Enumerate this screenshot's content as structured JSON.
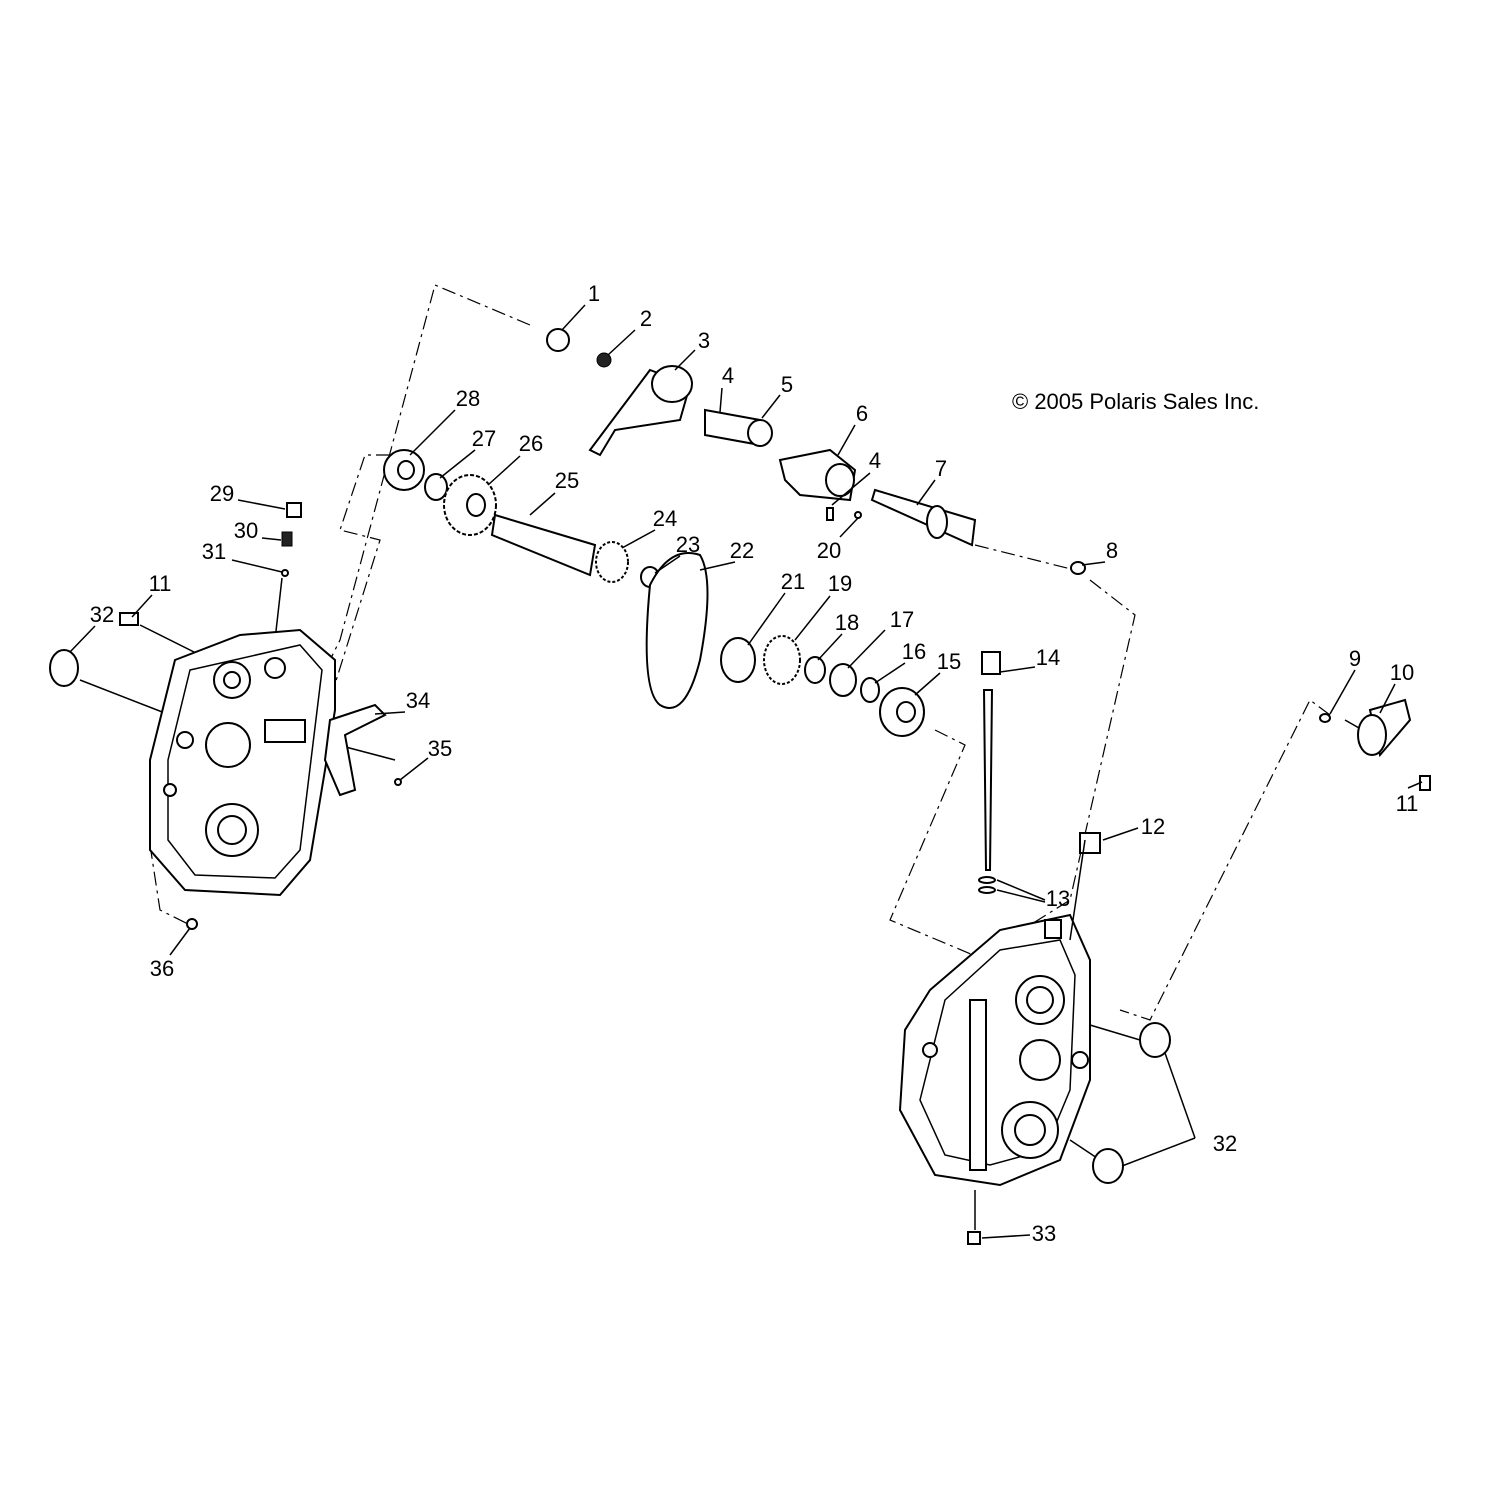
{
  "copyright": "© 2005 Polaris Sales Inc.",
  "callouts": [
    "1",
    "2",
    "3",
    "4",
    "5",
    "6",
    "4",
    "7",
    "20",
    "8",
    "28",
    "27",
    "26",
    "25",
    "24",
    "23",
    "22",
    "21",
    "19",
    "18",
    "17",
    "16",
    "15",
    "14",
    "29",
    "30",
    "31",
    "11",
    "32",
    "34",
    "35",
    "36",
    "9",
    "10",
    "11",
    "12",
    "13",
    "32",
    "33"
  ]
}
